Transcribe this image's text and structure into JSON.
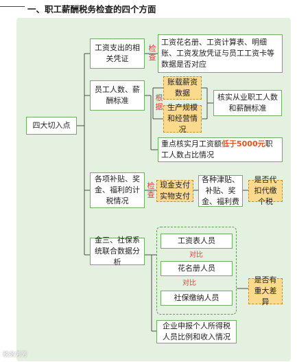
{
  "title": "一、职工薪酬税务检查的四个方面",
  "root": "四大切入点",
  "branch1": {
    "label": "工资支出的相关凭证",
    "tag": "检查",
    "detail": "工资花名册、工资计算表、明细账、工资发放凭证与员工工资卡等数据是否对应"
  },
  "branch2": {
    "label": "员工人数、薪酬标准",
    "tag": "根据",
    "basis": [
      "账载薪资数据",
      "生产规模和经营情况"
    ],
    "result": "核实从业职工人数和薪酬标准",
    "check_prefix": "重点核实月工资额",
    "check_highlight": "低于5000元",
    "check_suffix": "职工人数占比情况"
  },
  "branch3": {
    "label": "各项补贴、奖金、福利的计税情况",
    "tag": "检查",
    "item": "现金支付实物支付",
    "subsidy": "各种津贴、补贴、奖金、福利费",
    "result": "是否代扣代缴个税"
  },
  "branch4": {
    "label": "金三、社保系统联合数据分析",
    "people": [
      "工资表人员",
      "花名册人员",
      "社保缴纳人员"
    ],
    "compare": [
      "对比",
      "对比"
    ],
    "result": "是否有重大差异",
    "report": "企业申报个人所得税人员比例和收入情况"
  },
  "watermark": "税务芳芳"
}
